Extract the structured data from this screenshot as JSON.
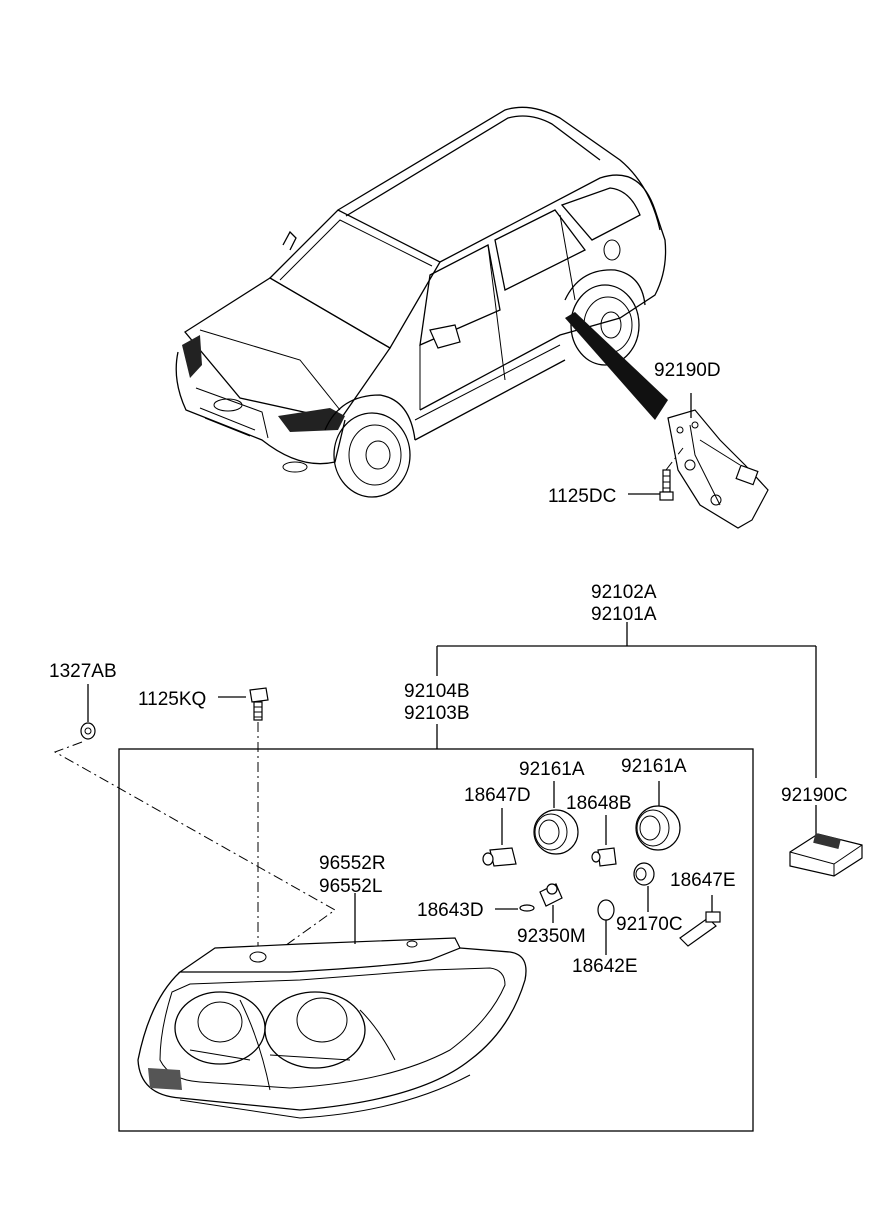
{
  "parts": {
    "p92190D": "92190D",
    "p1125DC": "1125DC",
    "p92102A": "92102A",
    "p92101A": "92101A",
    "p1327AB": "1327AB",
    "p1125KQ": "1125KQ",
    "p92104B": "92104B",
    "p92103B": "92103B",
    "p92161A_1": "92161A",
    "p92161A_2": "92161A",
    "p18647D": "18647D",
    "p18648B": "18648B",
    "p92190C": "92190C",
    "p96552R": "96552R",
    "p96552L": "96552L",
    "p18647E": "18647E",
    "p18643D": "18643D",
    "p92170C": "92170C",
    "p92350M": "92350M",
    "p18642E": "18642E"
  }
}
